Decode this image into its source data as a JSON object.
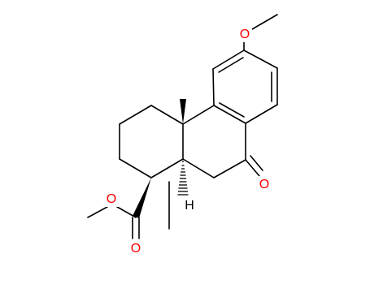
{
  "molecule": {
    "atom_labels": {
      "methoxy_oxygen": "O",
      "ketone_oxygen": "O",
      "ester_alkoxy_oxygen": "O",
      "ester_carbonyl_oxygen": "O",
      "ring_junction_hydrogen": "H"
    },
    "colors": {
      "bond": "#000000",
      "oxygen": "#ff0000",
      "background": "#ffffff"
    }
  }
}
